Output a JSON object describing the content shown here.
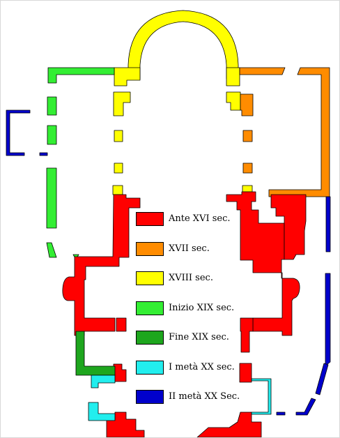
{
  "colors": {
    "ante_xvi": "#ff0000",
    "xvii": "#ff8c00",
    "xviii": "#ffff00",
    "inizio_xix": "#33ee33",
    "fine_xix": "#1ea61e",
    "i_meta_xx": "#22eeee",
    "ii_meta_xx": "#0000cc"
  },
  "legend": [
    {
      "label": "Ante XVI sec.",
      "color": "#ff0000"
    },
    {
      "label": "XVII sec.",
      "color": "#ff8c00"
    },
    {
      "label": "XVIII sec.",
      "color": "#ffff00"
    },
    {
      "label": "Inizio XIX sec.",
      "color": "#33ee33"
    },
    {
      "label": "Fine XIX sec.",
      "color": "#1ea61e"
    },
    {
      "label": "I metà XX sec.",
      "color": "#22eeee"
    },
    {
      "label": "II metà XX Sec.",
      "color": "#0000cc"
    }
  ]
}
